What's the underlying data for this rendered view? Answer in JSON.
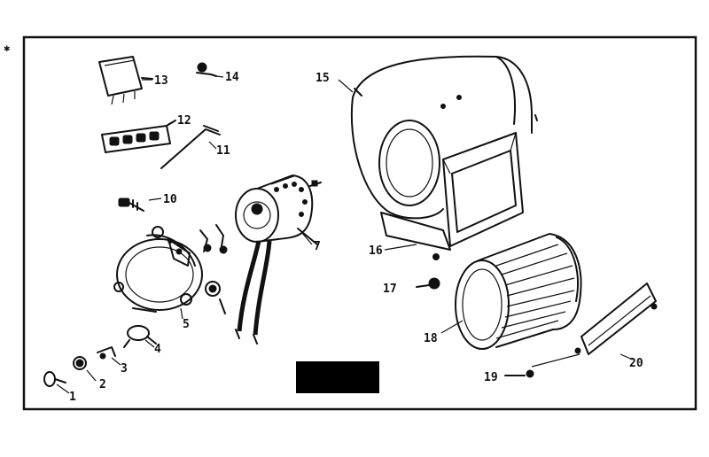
{
  "diagram": {
    "part_labels": {
      "p1": "1",
      "p2": "2",
      "p3": "3",
      "p4": "4",
      "p5": "5",
      "p7": "7",
      "p10": "10",
      "p11": "11",
      "p12": "12",
      "p13": "13",
      "p14": "14",
      "p15": "15",
      "p16": "16",
      "p17": "17",
      "p18": "18",
      "p19": "19",
      "p20": "20"
    }
  }
}
